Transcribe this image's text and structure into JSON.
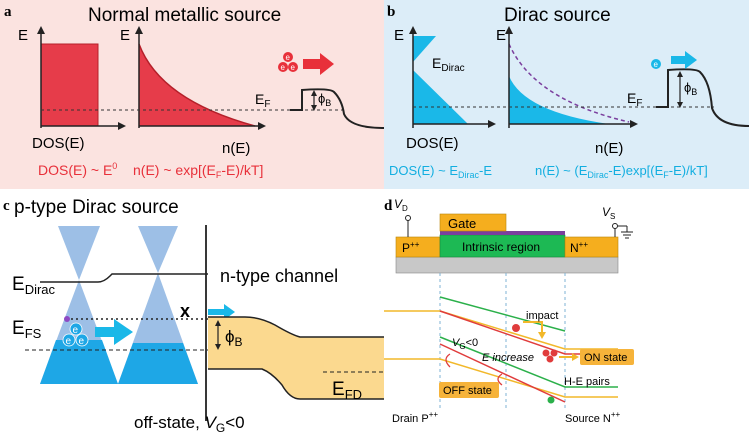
{
  "colors": {
    "panel_a_bg": "#fbe3e0",
    "panel_b_bg": "#dcedf8",
    "red": "#e8303a",
    "red_fill": "#e63c4a",
    "cyan": "#1ab8e8",
    "cyan_text": "#12aee0",
    "cone_light": "#9dbfe6",
    "cone_dark": "#1ea7e6",
    "channel_fill": "#fbd98f",
    "gate_fill": "#f5ae1e",
    "gate_oxide": "#7b3f9e",
    "intrinsic_green": "#1db954",
    "substrate_gray": "#c8c8c8",
    "band_red": "#e03c3c",
    "band_green": "#2bb04a",
    "band_yellow": "#f2b82a",
    "label_orange": "#f6b33a"
  },
  "panel_a": {
    "letter": "a",
    "title": "Normal metallic source",
    "dos_ylabel": "E",
    "dos_xlabel": "DOS(E)",
    "n_ylabel": "E",
    "n_xlabel": "n(E)",
    "ef_label": "E",
    "ef_sub": "F",
    "phi_label": "ϕ",
    "phi_sub": "B",
    "electron": "e",
    "formula_dos": "DOS(E) ~ E",
    "formula_dos_sup": "0",
    "formula_n": "n(E) ~ exp[(E",
    "formula_n_sub": "F",
    "formula_n_tail": "-E)/kT]"
  },
  "panel_b": {
    "letter": "b",
    "title": "Dirac source",
    "dos_ylabel": "E",
    "dos_xlabel": "DOS(E)",
    "edirac_label": "E",
    "edirac_sub": "Dirac",
    "n_ylabel": "E",
    "n_xlabel": "n(E)",
    "ef_label": "E",
    "ef_sub": "F",
    "phi_label": "ϕ",
    "phi_sub": "B",
    "electron": "e",
    "formula_dos": "DOS(E) ~ E",
    "formula_dos_sub": "Dirac",
    "formula_dos_tail": "-E",
    "formula_n": "n(E) ~ (E",
    "formula_n_sub1": "Dirac",
    "formula_n_mid": "-E)exp[(E",
    "formula_n_sub2": "F",
    "formula_n_tail": "-E)/kT]"
  },
  "panel_c": {
    "letter": "c",
    "title": "p-type Dirac source",
    "edirac_label": "E",
    "edirac_sub": "Dirac",
    "efs_label": "E",
    "efs_sub": "FS",
    "channel_label": "n-type channel",
    "phi_label": "ϕ",
    "phi_sub": "B",
    "efd_label": "E",
    "efd_sub": "FD",
    "blocked": "x",
    "electron": "e",
    "state_label": "off-state, ",
    "vg_label": "V",
    "vg_sub": "G",
    "vg_tail": "<0"
  },
  "panel_d": {
    "letter": "d",
    "vd_label": "V",
    "vd_sub": "D",
    "vs_label": "V",
    "vs_sub": "S",
    "gate_label": "Gate",
    "p_label": "P",
    "p_sup": "++",
    "intrinsic_label": "Intrinsic region",
    "n_label": "N",
    "n_sup": "++",
    "impact_label": "impact",
    "vg_label": "V",
    "vg_sub": "G",
    "vg_tail": "<0",
    "e_increase": "E increase",
    "on_state": "ON state",
    "off_state": "OFF state",
    "he_pairs": "H-E pairs",
    "drain_label": "Drain P",
    "drain_sup": "++",
    "source_label": "Source N",
    "source_sup": "++"
  }
}
